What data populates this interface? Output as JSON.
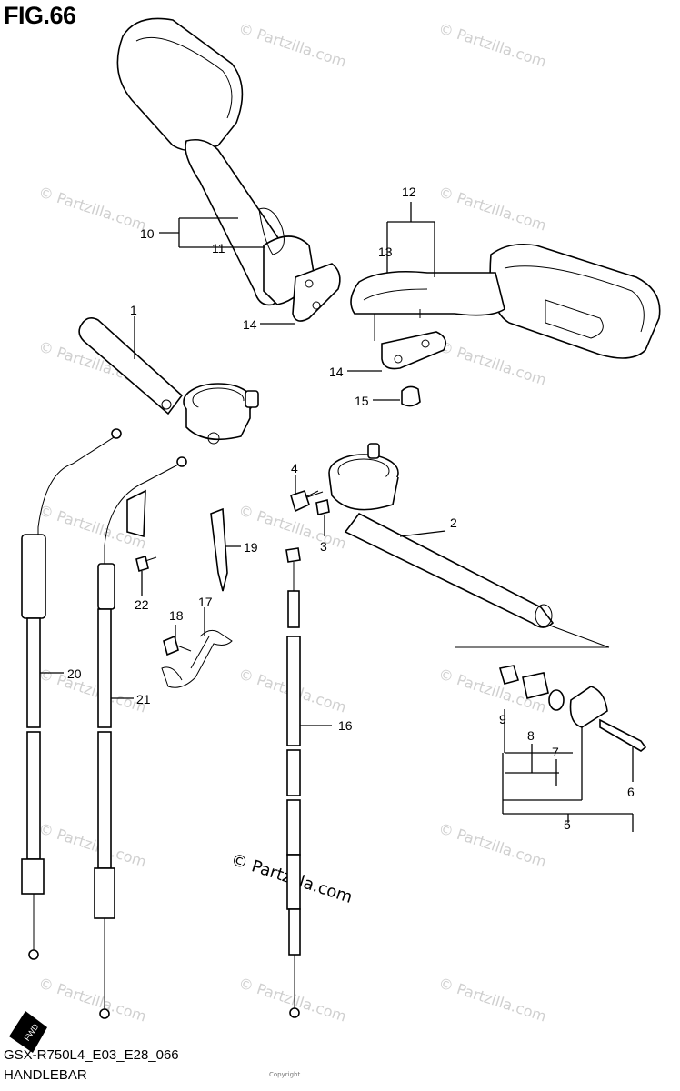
{
  "figure": {
    "title": "FIG.66",
    "model_code": "GSX-R750L4_E03_E28_066",
    "section_name": "HANDLEBAR",
    "watermark": "© Partzilla.com",
    "fine_print": "Copyright"
  },
  "callouts": [
    "1",
    "2",
    "3",
    "4",
    "5",
    "6",
    "7",
    "8",
    "9",
    "10",
    "11",
    "12",
    "13",
    "14",
    "14",
    "15",
    "16",
    "17",
    "18",
    "19",
    "20",
    "21",
    "22"
  ],
  "direction_badge": "FWD"
}
